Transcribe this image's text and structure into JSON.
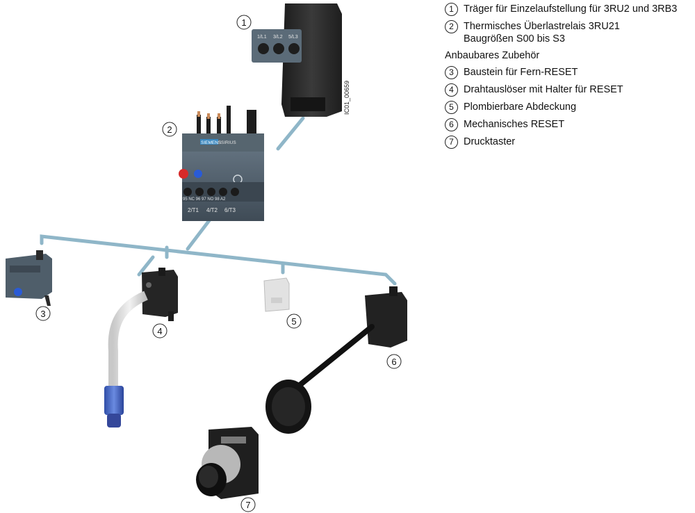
{
  "legend": {
    "items": [
      {
        "num": "1",
        "text": "Träger für Einzelaufstellung für 3RU2 und 3RB3"
      },
      {
        "num": "2",
        "text": "Thermisches Überlastrelais 3RU21\nBaugrößen S00 bis S3"
      }
    ],
    "accessories_heading": "Anbaubares Zubehör",
    "accessories": [
      {
        "num": "3",
        "text": "Baustein für Fern-RESET"
      },
      {
        "num": "4",
        "text": "Drahtauslöser mit Halter für RESET"
      },
      {
        "num": "5",
        "text": "Plombierbare Abdeckung"
      },
      {
        "num": "6",
        "text": "Mechanisches RESET"
      },
      {
        "num": "7",
        "text": "Drucktaster"
      }
    ]
  },
  "drawing": {
    "figure_id": "IC01_00659",
    "callouts": [
      "1",
      "2",
      "3",
      "4",
      "5",
      "6",
      "7"
    ],
    "carrier_terminals": [
      "1/L1",
      "3/L2",
      "5/L3"
    ],
    "relay_brand": "SIEMENS",
    "relay_series": "SIRIUS",
    "relay_bottom_terminals": [
      "2/T1",
      "4/T2",
      "6/T3"
    ],
    "relay_aux_terminals": "95 NC 96   97 NO 98   A2",
    "colors": {
      "device_body": "#2c2c2c",
      "relay_grey": "#53626f",
      "mount_line": "#8fb6c8",
      "button_red": "#d62a2a",
      "button_blue": "#2a5bd6"
    }
  }
}
